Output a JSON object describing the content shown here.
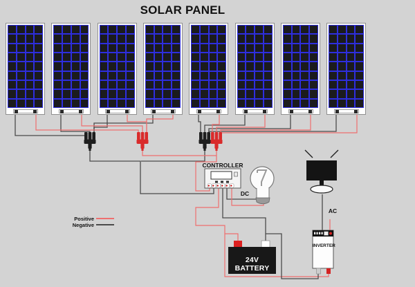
{
  "title": "SOLAR PANEL",
  "array": {
    "panel_count": 8,
    "columns": 4,
    "rows": 9
  },
  "components": {
    "controller_label": "CONTROLLER",
    "dc_label": "DC",
    "ac_label": "AC",
    "inverter_label": "INVERTER",
    "battery_label": "24V BATTERY"
  },
  "legend": {
    "positive_label": "Positive",
    "negative_label": "Negative"
  },
  "colors": {
    "bg": "#d3d3d3",
    "grid-blue": "#2e2ede",
    "cell-dark": "#1b1b1d",
    "wire-positive": "#ee6f6f",
    "wire-negative": "#4a4a4a",
    "connector-positive": "#d92b2b",
    "connector-negative": "#1e1e1e",
    "terminal-red": "#dd2020"
  }
}
